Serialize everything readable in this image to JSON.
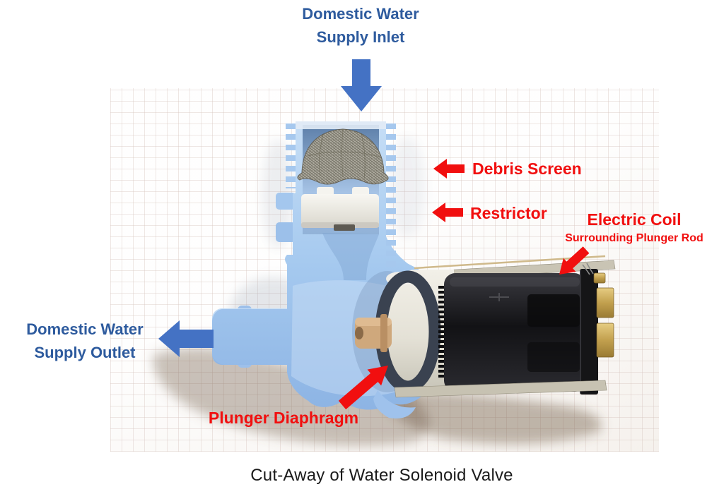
{
  "caption": "Cut-Away of Water Solenoid Valve",
  "annotations": {
    "inlet": {
      "line1": "Domestic Water",
      "line2": "Supply Inlet"
    },
    "outlet": {
      "line1": "Domestic Water",
      "line2": "Supply Outlet"
    },
    "debris_screen": {
      "label": "Debris Screen"
    },
    "restrictor": {
      "label": "Restrictor"
    },
    "electric_coil": {
      "label": "Electric Coil",
      "sublabel": "Surrounding Plunger Rod"
    },
    "plunger_diaphragm": {
      "label": "Plunger Diaphragm"
    }
  },
  "colors": {
    "label_blue": "#2e5b9e",
    "arrow_blue": "#4472c4",
    "label_red": "#f10f0f",
    "caption_text": "#1b1b1b",
    "valve_plastic_blue": "#a9cdf0",
    "coil_black": "#1a1a1d",
    "brass_terminal": "#c9a752"
  }
}
